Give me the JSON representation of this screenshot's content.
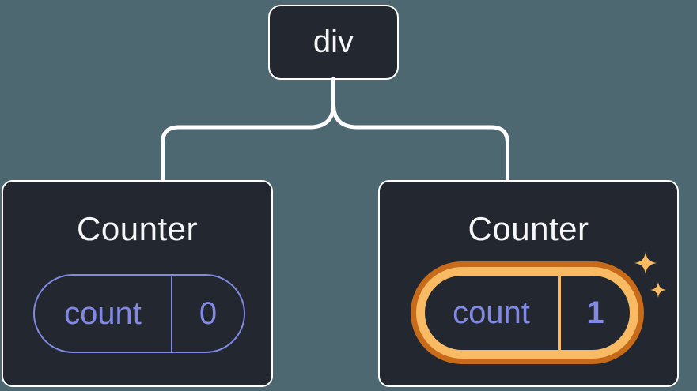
{
  "colors": {
    "bg_color": "#4d6870",
    "node_color": "#23272f",
    "line_color": "#ffffff",
    "text_color": "#f6f7f9",
    "purple_color": "#8289e4",
    "gold_color": "#f8ba63",
    "orange_color": "#c76b1b"
  },
  "tree": {
    "root": {
      "label": "div"
    },
    "children": [
      {
        "title": "Counter",
        "state": {
          "key": "count",
          "value": "0"
        },
        "highlighted": false
      },
      {
        "title": "Counter",
        "state": {
          "key": "count",
          "value": "1"
        },
        "highlighted": true
      }
    ]
  }
}
